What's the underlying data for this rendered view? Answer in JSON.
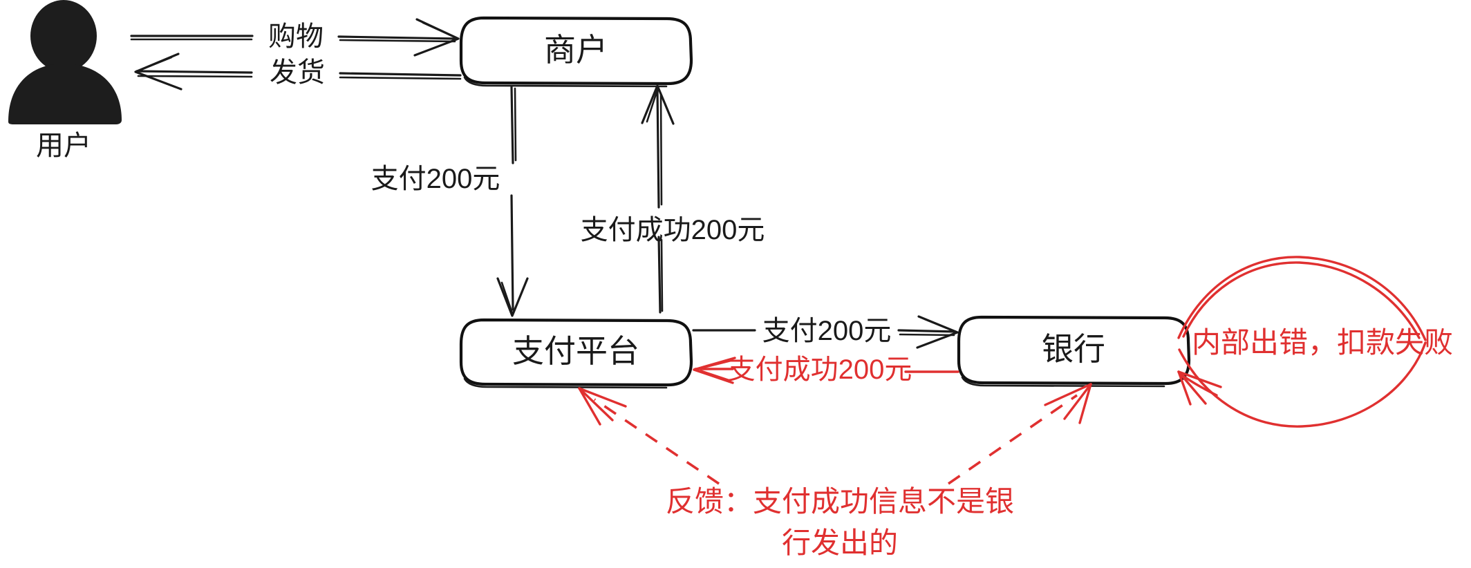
{
  "diagram": {
    "title": "payment-flow-diagram",
    "background_color": "#ffffff",
    "ink_color": "#1a1a1a",
    "accent_color": "#e03030",
    "actor": {
      "icon": "user-person-icon",
      "label": "用户"
    },
    "nodes": [
      {
        "id": "merchant",
        "label": "商户"
      },
      {
        "id": "payment_platform",
        "label": "支付平台"
      },
      {
        "id": "bank",
        "label": "银行"
      }
    ],
    "edges": [
      {
        "id": "shopping",
        "from": "用户",
        "to": "商户",
        "label": "购物",
        "color": "#1a1a1a",
        "style": "solid",
        "direction": "right"
      },
      {
        "id": "shipping",
        "from": "商户",
        "to": "用户",
        "label": "发货",
        "color": "#1a1a1a",
        "style": "solid",
        "direction": "left"
      },
      {
        "id": "pay200",
        "from": "商户",
        "to": "支付平台",
        "label": "支付200元",
        "color": "#1a1a1a",
        "style": "solid",
        "direction": "down"
      },
      {
        "id": "pay_ok_up",
        "from": "支付平台",
        "to": "商户",
        "label": "支付成功200元",
        "color": "#1a1a1a",
        "style": "solid",
        "direction": "up"
      },
      {
        "id": "pay200_bank",
        "from": "支付平台",
        "to": "银行",
        "label": "支付200元",
        "color": "#1a1a1a",
        "style": "solid",
        "direction": "right"
      },
      {
        "id": "pay_ok_back",
        "from": "银行",
        "to": "支付平台",
        "label": "支付成功200元",
        "color": "#e03030",
        "style": "solid",
        "direction": "left"
      }
    ],
    "annotations": [
      {
        "id": "bank-internal-error",
        "text": "内部出错，扣款失败",
        "color": "#e03030",
        "target": "银行",
        "shape": "lens-loop-with-arrow"
      },
      {
        "id": "feedback-note",
        "line1": "反馈：支付成功信息不是银",
        "line2": "行发出的",
        "color": "#e03030",
        "targets": [
          "支付平台",
          "银行"
        ],
        "shape": "dashed-callout"
      }
    ]
  }
}
